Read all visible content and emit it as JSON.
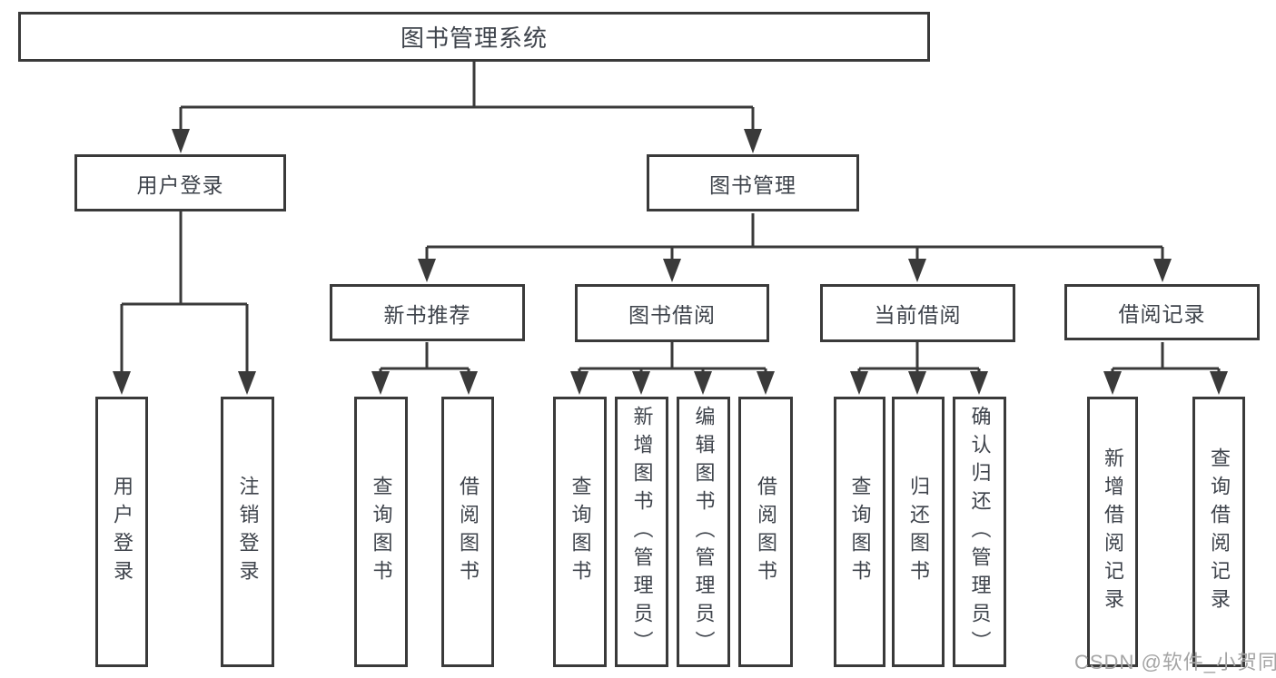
{
  "diagram_type": "hierarchy-tree",
  "colors": {
    "line": "#3a3a3a",
    "box_border": "#3a3a3a",
    "box_background": "#ffffff",
    "text": "#3e434b",
    "watermark": "#a5a5a5",
    "page_background": "#ffffff"
  },
  "watermark": {
    "text": "CSDN @软件_小贺同学"
  },
  "tree": {
    "label": "图书管理系统",
    "children": [
      {
        "label": "用户登录",
        "children": [
          {
            "label": "用户登录"
          },
          {
            "label": "注销登录"
          }
        ]
      },
      {
        "label": "图书管理",
        "children": [
          {
            "label": "新书推荐",
            "children": [
              {
                "label": "查询图书"
              },
              {
                "label": "借阅图书"
              }
            ]
          },
          {
            "label": "图书借阅",
            "children": [
              {
                "label": "查询图书"
              },
              {
                "label": "新增图书（管理员）"
              },
              {
                "label": "编辑图书（管理员）"
              },
              {
                "label": "借阅图书"
              }
            ]
          },
          {
            "label": "当前借阅",
            "children": [
              {
                "label": "查询图书"
              },
              {
                "label": "归还图书"
              },
              {
                "label": "确认归还（管理员）"
              }
            ]
          },
          {
            "label": "借阅记录",
            "children": [
              {
                "label": "新增借阅记录"
              },
              {
                "label": "查询借阅记录"
              }
            ]
          }
        ]
      }
    ]
  }
}
